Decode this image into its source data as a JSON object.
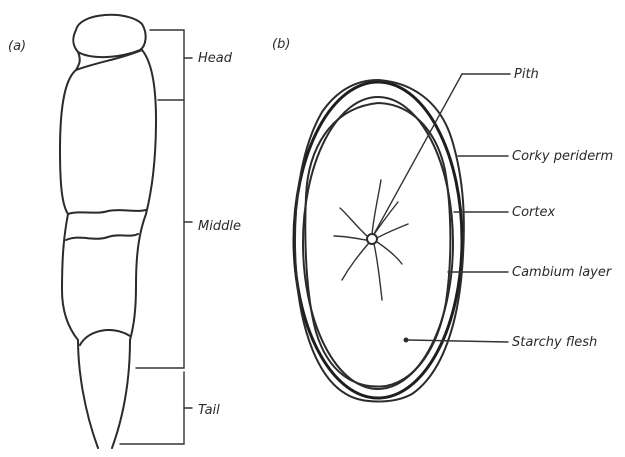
{
  "panel_a": {
    "label": "(a)",
    "regions": {
      "head": "Head",
      "middle": "Middle",
      "tail": "Tail"
    }
  },
  "panel_b": {
    "label": "(b)",
    "layers": {
      "pith": "Pith",
      "corky_periderm": "Corky periderm",
      "cortex": "Cortex",
      "cambium_layer": "Cambium layer",
      "starchy_flesh": "Starchy flesh"
    }
  }
}
